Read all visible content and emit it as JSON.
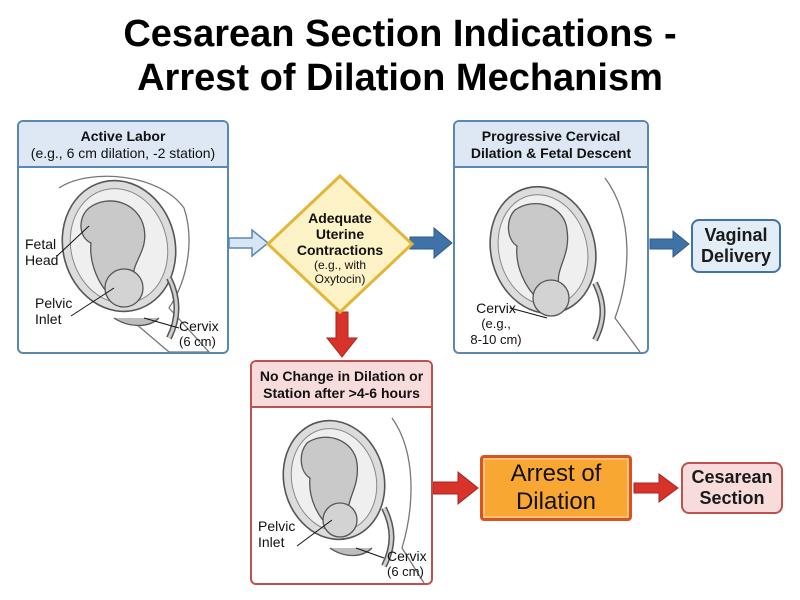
{
  "title": {
    "line1": "Cesarean Section Indications -",
    "line2": "Arrest of Dilation Mechanism"
  },
  "active_labor": {
    "heading": "Active Labor",
    "subheading": "(e.g., 6 cm dilation, -2 station)",
    "labels": {
      "fetal": "Fetal",
      "head": "Head",
      "pelvic": "Pelvic",
      "inlet": "Inlet",
      "cervix": "Cervix",
      "cervix_value": "(6 cm)"
    }
  },
  "decision": {
    "bold_line1": "Adequate",
    "bold_line2": "Uterine",
    "bold_line3": "Contractions",
    "note_line1": "(e.g., with",
    "note_line2": "Oxytocin)"
  },
  "progressive": {
    "heading_line1": "Progressive Cervical",
    "heading_line2": "Dilation & Fetal Descent",
    "labels": {
      "cervix": "Cervix",
      "eg": "(e.g.,",
      "value": "8-10 cm)"
    }
  },
  "vaginal_delivery": {
    "line1": "Vaginal",
    "line2": "Delivery"
  },
  "no_change": {
    "heading_line1": "No Change in Dilation or",
    "heading_line2": "Station after >4-6 hours",
    "labels": {
      "pelvic": "Pelvic",
      "inlet": "Inlet",
      "cervix": "Cervix",
      "cervix_value": "(6 cm)"
    }
  },
  "arrest": {
    "line1": "Arrest of",
    "line2": "Dilation"
  },
  "cesarean": {
    "line1": "Cesarean",
    "line2": "Section"
  },
  "colors": {
    "blue_border": "#5b87b3",
    "blue_arrow": "#3f72a6",
    "red_arrow": "#d8332a",
    "red_border": "#c0504d",
    "diamond_fill": "#fdf3c6",
    "diamond_border": "#e3b63a",
    "arrest_fill": "#f8a832"
  }
}
